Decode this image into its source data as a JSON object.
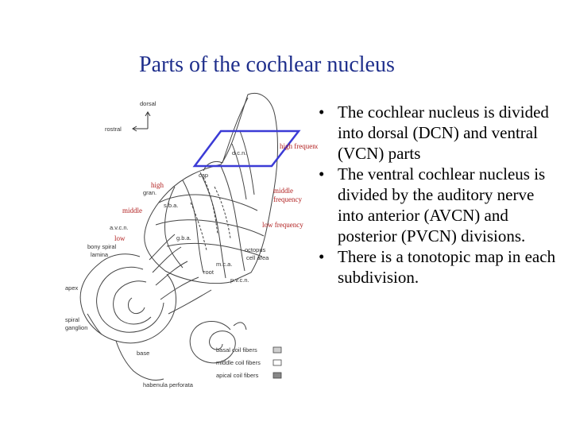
{
  "title": "Parts of the cochlear nucleus",
  "bullets": [
    "The cochlear nucleus is divided into dorsal (DCN) and ventral (VCN) parts",
    "The ventral cochlear nucleus is divided by the auditory nerve into anterior (AVCN) and posterior (PVCN) divisions.",
    "There is a tonotopic map in each subdivision."
  ],
  "diagram": {
    "orientation": {
      "dorsal": "dorsal",
      "rostral": "rostral"
    },
    "structures": {
      "dcn": "d.c.n.",
      "cap": "cap",
      "gran": "gran.",
      "sba": "s.b.a.",
      "avcn": "a.v.c.n.",
      "gba": "g.b.a.",
      "bony_spiral_lamina_1": "bony spiral",
      "bony_spiral_lamina_2": "lamina",
      "octopus_1": "octopus",
      "octopus_2": "cell area",
      "mca": "m.c.a.",
      "root": "root",
      "pvcn": "p.v.c.n.",
      "apex": "apex",
      "spiral_ganglion_1": "spiral",
      "spiral_ganglion_2": "ganglion",
      "base": "base",
      "habenula_perforata": "habenula perforata"
    },
    "legend": {
      "basal": "basal coil fibers",
      "middle": "middle coil fibers",
      "apical": "apical coil fibers"
    },
    "annotations": {
      "high_frequency": "high frequency",
      "middle_frequency_1": "middle",
      "middle_frequency_2": "frequency",
      "low_frequency": "low frequency",
      "high": "high",
      "middle": "middle",
      "low": "low"
    },
    "colors": {
      "highlight": "#3b3bd6",
      "annotation": "#b22222"
    }
  }
}
